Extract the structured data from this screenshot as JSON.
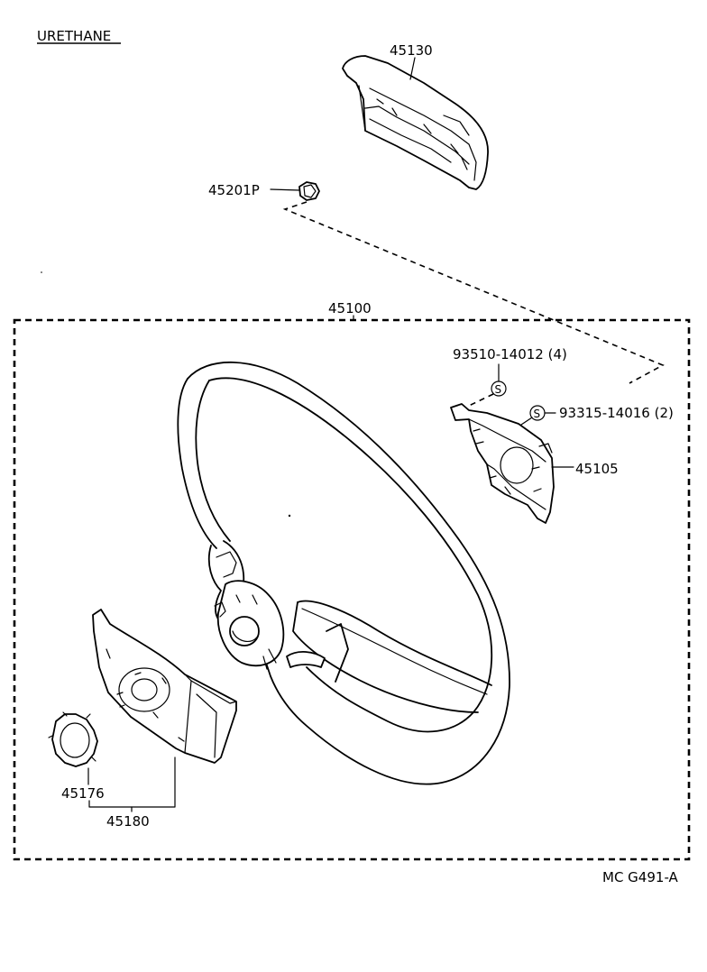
{
  "header": {
    "material_label": "URETHANE"
  },
  "parts": {
    "pad_cover": "45130",
    "nut": "45201P",
    "steering_wheel_assy": "45100",
    "screw_upper": "93510-14012 (4)",
    "screw_lower": "93315-14016 (2)",
    "bracket": "45105",
    "ring": "45176",
    "lower_cover": "45180"
  },
  "symbols": {
    "screw_mark": "S"
  },
  "footer": {
    "figure_code": "MC G491-A"
  }
}
